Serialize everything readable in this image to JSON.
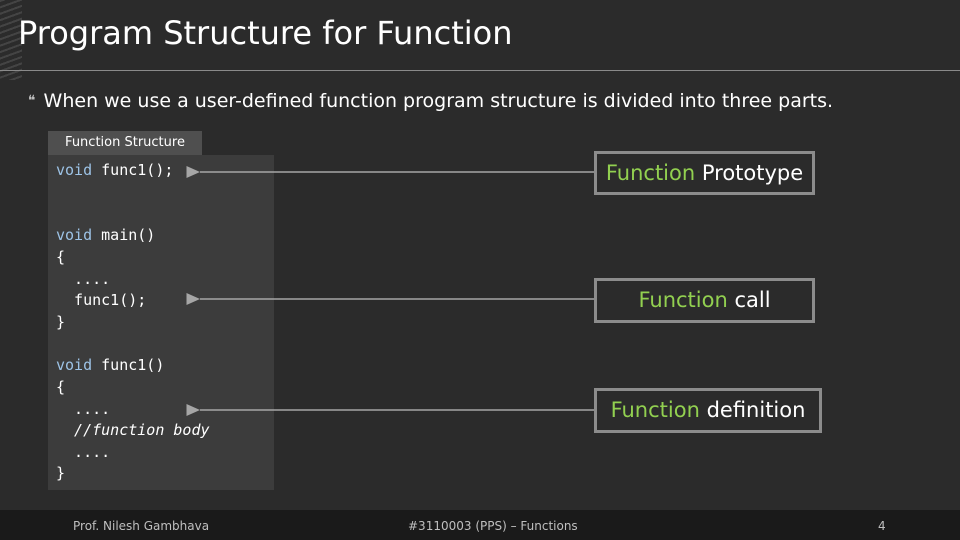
{
  "slide": {
    "title": "Program Structure for Function",
    "bullet": "When we use a user-defined function program structure is divided into three parts.",
    "panel_label": "Function Structure"
  },
  "code": {
    "proto_kw": "void",
    "proto_rest": " func1();",
    "main_kw": "void",
    "main_rest": " main()",
    "main_open": "{",
    "main_dots": "  ....",
    "main_call": "  func1();",
    "main_close": "}",
    "def_kw": "void",
    "def_rest": " func1()",
    "def_open": "{",
    "def_dots1": "  ....",
    "def_comment": "  //function body",
    "def_dots2": "  ....",
    "def_close": "}"
  },
  "labels": {
    "prototype_a": "Function",
    "prototype_b": " Prototype",
    "call_a": "Function",
    "call_b": " call",
    "definition_a": "Function",
    "definition_b": " definition"
  },
  "footer": {
    "author": "Prof. Nilesh Gambhava",
    "course": "#3110003 (PPS) – Functions",
    "page": "4"
  },
  "colors": {
    "background": "#2b2b2b",
    "accent_green": "#92d050",
    "keyword_blue": "#9dc3e6",
    "arrow_gray": "#a6a6a6"
  }
}
